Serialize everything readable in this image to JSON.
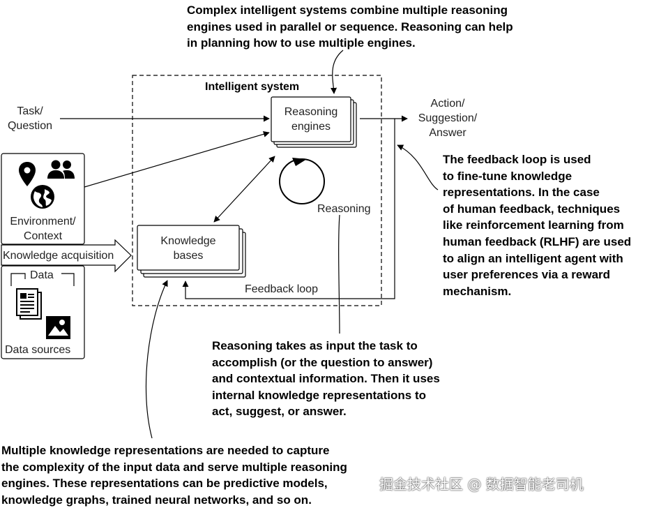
{
  "notes": {
    "top": [
      "Complex intelligent systems combine multiple reasoning",
      "engines used in parallel or sequence. Reasoning can help",
      "in planning how to use multiple engines."
    ],
    "feedback": [
      "The feedback loop is used",
      "to fine-tune knowledge",
      "representations. In the case",
      "of human feedback, techniques",
      "like reinforcement learning from",
      "human feedback (RLHF) are used",
      "to align an intelligent agent with",
      "user preferences via a reward",
      "mechanism."
    ],
    "reasoning": [
      "Reasoning takes as input the task to",
      "accomplish (or the question to answer)",
      "and contextual information. Then it uses",
      "internal knowledge representations to",
      "act, suggest, or answer."
    ],
    "knowledge": [
      "Multiple knowledge representations are needed to capture",
      "the complexity of the input data and serve multiple reasoning",
      "engines. These representations can be predictive models,",
      "knowledge graphs, trained neural networks, and so on."
    ]
  },
  "diagram": {
    "system_title": "Intelligent system",
    "task": [
      "Task/",
      "Question"
    ],
    "action": [
      "Action/",
      "Suggestion/",
      "Answer"
    ],
    "engines": [
      "Reasoning",
      "engines"
    ],
    "kb": [
      "Knowledge",
      "bases"
    ],
    "reasoning_label": "Reasoning",
    "feedback_label": "Feedback loop",
    "env": [
      "Environment/",
      "Context"
    ],
    "acquisition": "Knowledge acquisition",
    "data": "Data",
    "sources": "Data sources"
  },
  "icons": [
    "location-pin-icon",
    "people-icon",
    "globe-icon",
    "document-icon",
    "image-icon",
    "cycle-arrow-icon"
  ],
  "watermark": "掘金技术社区 @ 数据智能老司机"
}
